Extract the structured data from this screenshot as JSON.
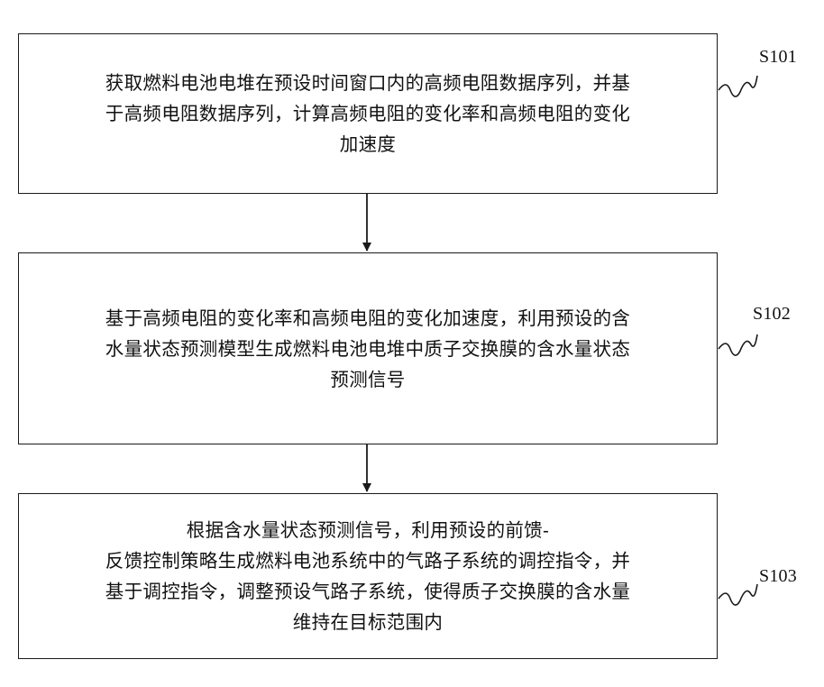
{
  "steps": [
    {
      "id": "S101",
      "lines": [
        "获取燃料电池电堆在预设时间窗口内的高频电阻数据序列，并基",
        "于高频电阻数据序列，计算高频电阻的变化率和高频电阻的变化",
        "加速度"
      ]
    },
    {
      "id": "S102",
      "lines": [
        "基于高频电阻的变化率和高频电阻的变化加速度，利用预设的含",
        "水量状态预测模型生成燃料电池电堆中质子交换膜的含水量状态",
        "预测信号"
      ]
    },
    {
      "id": "S103",
      "lines": [
        "根据含水量状态预测信号，利用预设的前馈-",
        "反馈控制策略生成燃料电池系统中的气路子系统的调控指令，并",
        "基于调控指令，调整预设气路子系统，使得质子交换膜的含水量",
        "维持在目标范围内"
      ]
    }
  ]
}
